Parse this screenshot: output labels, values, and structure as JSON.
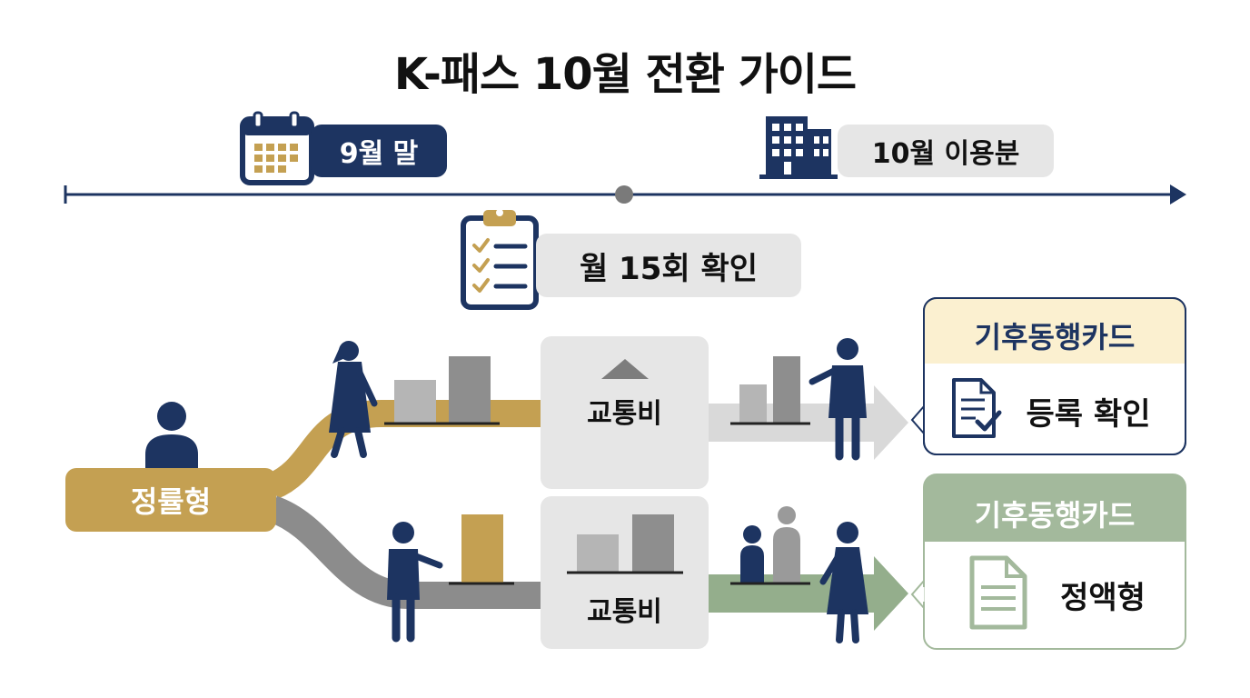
{
  "title": "K-패스 10월 전환 가이드",
  "timeline": {
    "start_label": "9월 말",
    "end_label": "10월 이용분",
    "check_label": "월 15회 확인"
  },
  "source_label": "정률형",
  "upper_path": {
    "box_label": "교통비",
    "card_title": "기후동행카드",
    "card_action": "등록 확인"
  },
  "lower_path": {
    "box_label": "교통비",
    "card_title": "기후동행카드",
    "card_action": "정액형"
  },
  "colors": {
    "navy": "#1d3461",
    "gold": "#c4a052",
    "gray": "#8c8c8c",
    "green": "#94ae8c",
    "cream": "#fbf0d0",
    "green_light": "#a3b99c"
  },
  "icons": [
    "calendar-icon",
    "building-icon",
    "clipboard-icon",
    "document-check-icon",
    "document-icon",
    "person-icon"
  ]
}
